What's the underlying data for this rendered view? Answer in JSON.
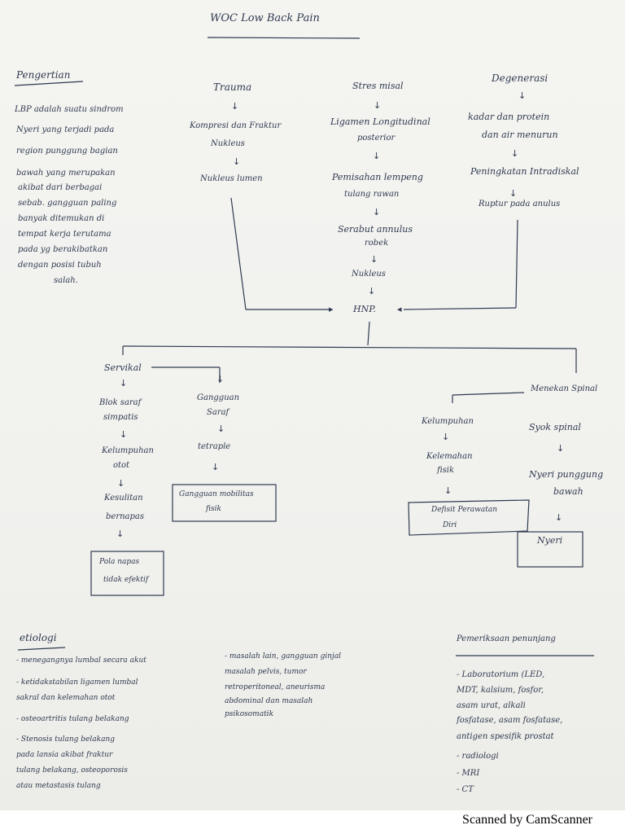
{
  "title": "WOC  Low Back  Pain",
  "definition": {
    "heading": "Pengertian",
    "lines": [
      "LBP adalah suatu sindrom",
      "Nyeri yang terjadi pada",
      "region punggung bagian",
      "bawah yang merupakan",
      "akibat dari berbagai",
      "sebab. gangguan paling",
      "banyak ditemukan di",
      "tempat kerja terutama",
      "pada yg berakibatkan",
      "dengan posisi tubuh",
      "salah."
    ]
  },
  "causes": {
    "trauma": [
      "Trauma",
      "Kompresi dan Fraktur",
      "Nukleus",
      "Nukleus lumen"
    ],
    "stres": [
      "Stres misal",
      "Ligamen Longitudinal",
      "posterior",
      "Pemisahan lempeng",
      "tulang rawan",
      "Serabut annulus",
      "robek",
      "Nukleus"
    ],
    "degenerasi": [
      "Degenerasi",
      "kadar dan protein",
      "dan air menurun",
      "Peningkatan Intradiskal",
      "Ruptur pada anulus"
    ]
  },
  "hnp": "HNP.",
  "servikal": {
    "label": "Servikal",
    "left": [
      "Blok saraf",
      "simpatis",
      "Kelumpuhan",
      "otot",
      "Kesulitan",
      "bernapas",
      "Pola napas",
      "tidak efektif"
    ],
    "right": [
      "Gangguan",
      "Saraf",
      "tetraple",
      "Gangguan mobilitas",
      "fisik"
    ]
  },
  "spinal": {
    "label": "Menekan Spinal",
    "left": [
      "Kelumpuhan",
      "Kelemahan",
      "fisik",
      "Defisit Perawatan",
      "Diri"
    ],
    "right": [
      "Syok spinal",
      "Nyeri punggung",
      "bawah",
      "Nyeri"
    ]
  },
  "etiologi": {
    "heading": "etiologi",
    "col1": [
      "- menegangnya lumbal secara akut",
      "- ketidakstabilan ligamen lumbal",
      "  sakral dan kelemahan otot",
      "- osteoartritis tulang belakang",
      "- Stenosis tulang belakang",
      "  pada lansia akibat fraktur",
      "  tulang belakang, osteoporosis",
      "  atau metastasis tulang"
    ],
    "col2": [
      "- masalah lain, gangguan ginjal",
      "  masalah pelvis, tumor",
      "  retroperitoneal, aneurisma",
      "  abdominal dan masalah",
      "  psikosomatik"
    ]
  },
  "penunjang": {
    "heading": "Pemeriksaan penunjang",
    "lines": [
      "- Laboratorium (LED,",
      "  MDT, kalsium, fosfor,",
      "  asam urat, alkali",
      "  fosfatase, asam fosfatase,",
      "  antigen spesifik prostat",
      "- radiologi",
      "- MRI",
      "- CT"
    ]
  },
  "scanner": "Scanned by CamScanner",
  "colors": {
    "ink": "#2f3a4f",
    "paper": "#f3f3f0"
  }
}
